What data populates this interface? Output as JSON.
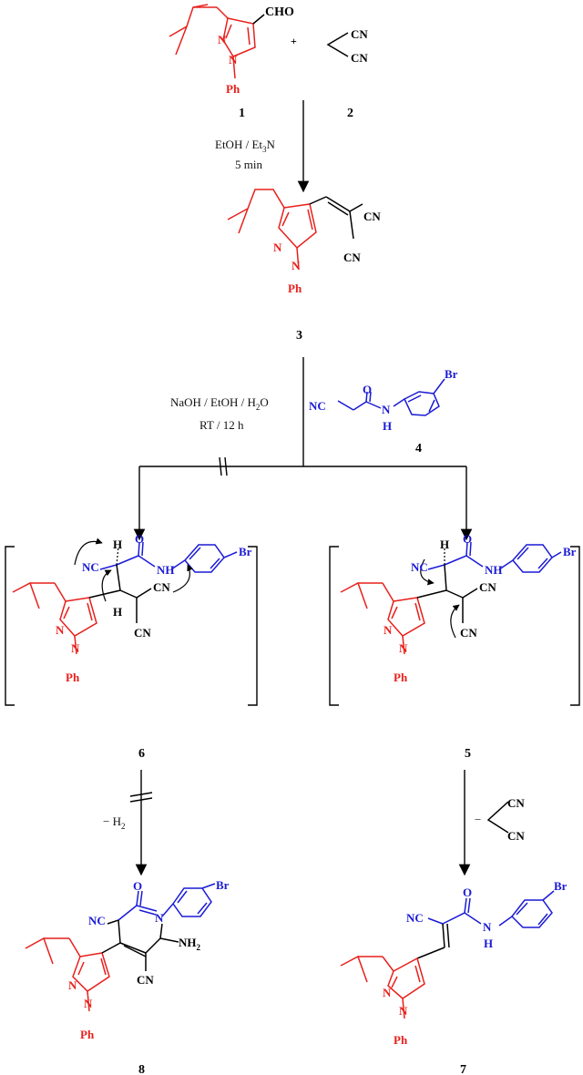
{
  "colors": {
    "pyrazole": "#e8201c",
    "amide": "#1a1ad6",
    "text": "#000000"
  },
  "compound_labels": {
    "c1": "1",
    "c2": "2",
    "c3": "3",
    "c4": "4",
    "c5": "5",
    "c6": "6",
    "c7": "7",
    "c8": "8"
  },
  "groups": {
    "cho": "CHO",
    "cn": "CN",
    "ph": "Ph",
    "nc": "NC",
    "br": "Br",
    "o": "O",
    "h": "H",
    "nh": "NH",
    "n": "N",
    "nh2": "NH",
    "plus": "+",
    "minus": "−"
  },
  "conditions": {
    "step1_line1": "EtOH / Et",
    "step1_sub": "3",
    "step1_line1_tail": "N",
    "step1_line2": "5 min",
    "step2_line1": "NaOH / EtOH / H",
    "step2_sub": "2",
    "step2_line1_tail": "O",
    "step2_line2": "RT / 12 h",
    "h2_prefix": "− H",
    "h2_sub": "2",
    "nh2_sub": "2"
  }
}
